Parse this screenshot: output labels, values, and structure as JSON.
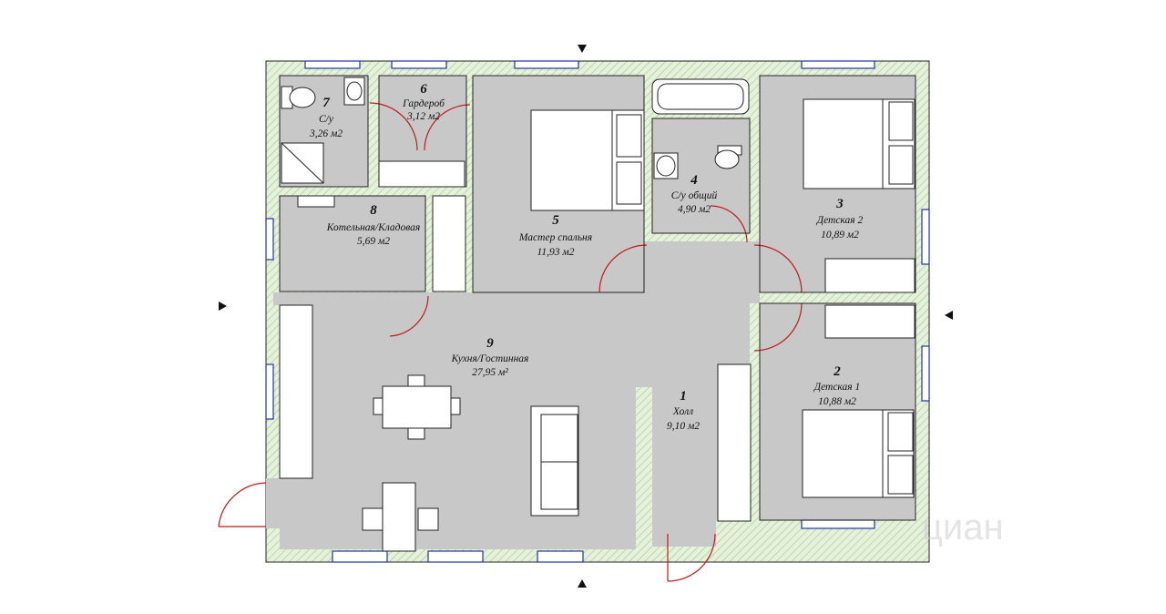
{
  "colors": {
    "floor": "#c8c8c8",
    "wall_hatch": "#b8d8a6",
    "window": "#2233aa",
    "door": "#c21a1a",
    "furniture": "#ffffff",
    "outline": "#111111"
  },
  "rooms": {
    "r1": {
      "num": "1",
      "name": "Холл",
      "area": "9,10 м2"
    },
    "r2": {
      "num": "2",
      "name": "Детская 1",
      "area": "10,88 м2"
    },
    "r3": {
      "num": "3",
      "name": "Детская 2",
      "area": "10,89 м2"
    },
    "r4": {
      "num": "4",
      "name": "С/у общий",
      "area": "4,90 м2"
    },
    "r5": {
      "num": "5",
      "name": "Мастер спальня",
      "area": "11,93 м2"
    },
    "r6": {
      "num": "6",
      "name": "Гардероб",
      "area": "3,12 м2"
    },
    "r7": {
      "num": "7",
      "name": "С/у",
      "area": "3,26 м2"
    },
    "r8": {
      "num": "8",
      "name": "Котельная/Кладовая",
      "area": "5,69 м2"
    },
    "r9": {
      "num": "9",
      "name": "Кухня/Гостинная",
      "area": "27,95 м²"
    }
  },
  "watermark": "циан",
  "icons": {
    "north_arrow": "arrow-down-icon",
    "south_arrow": "arrow-up-icon",
    "west_arrow": "arrow-right-icon",
    "east_arrow": "arrow-left-icon"
  }
}
